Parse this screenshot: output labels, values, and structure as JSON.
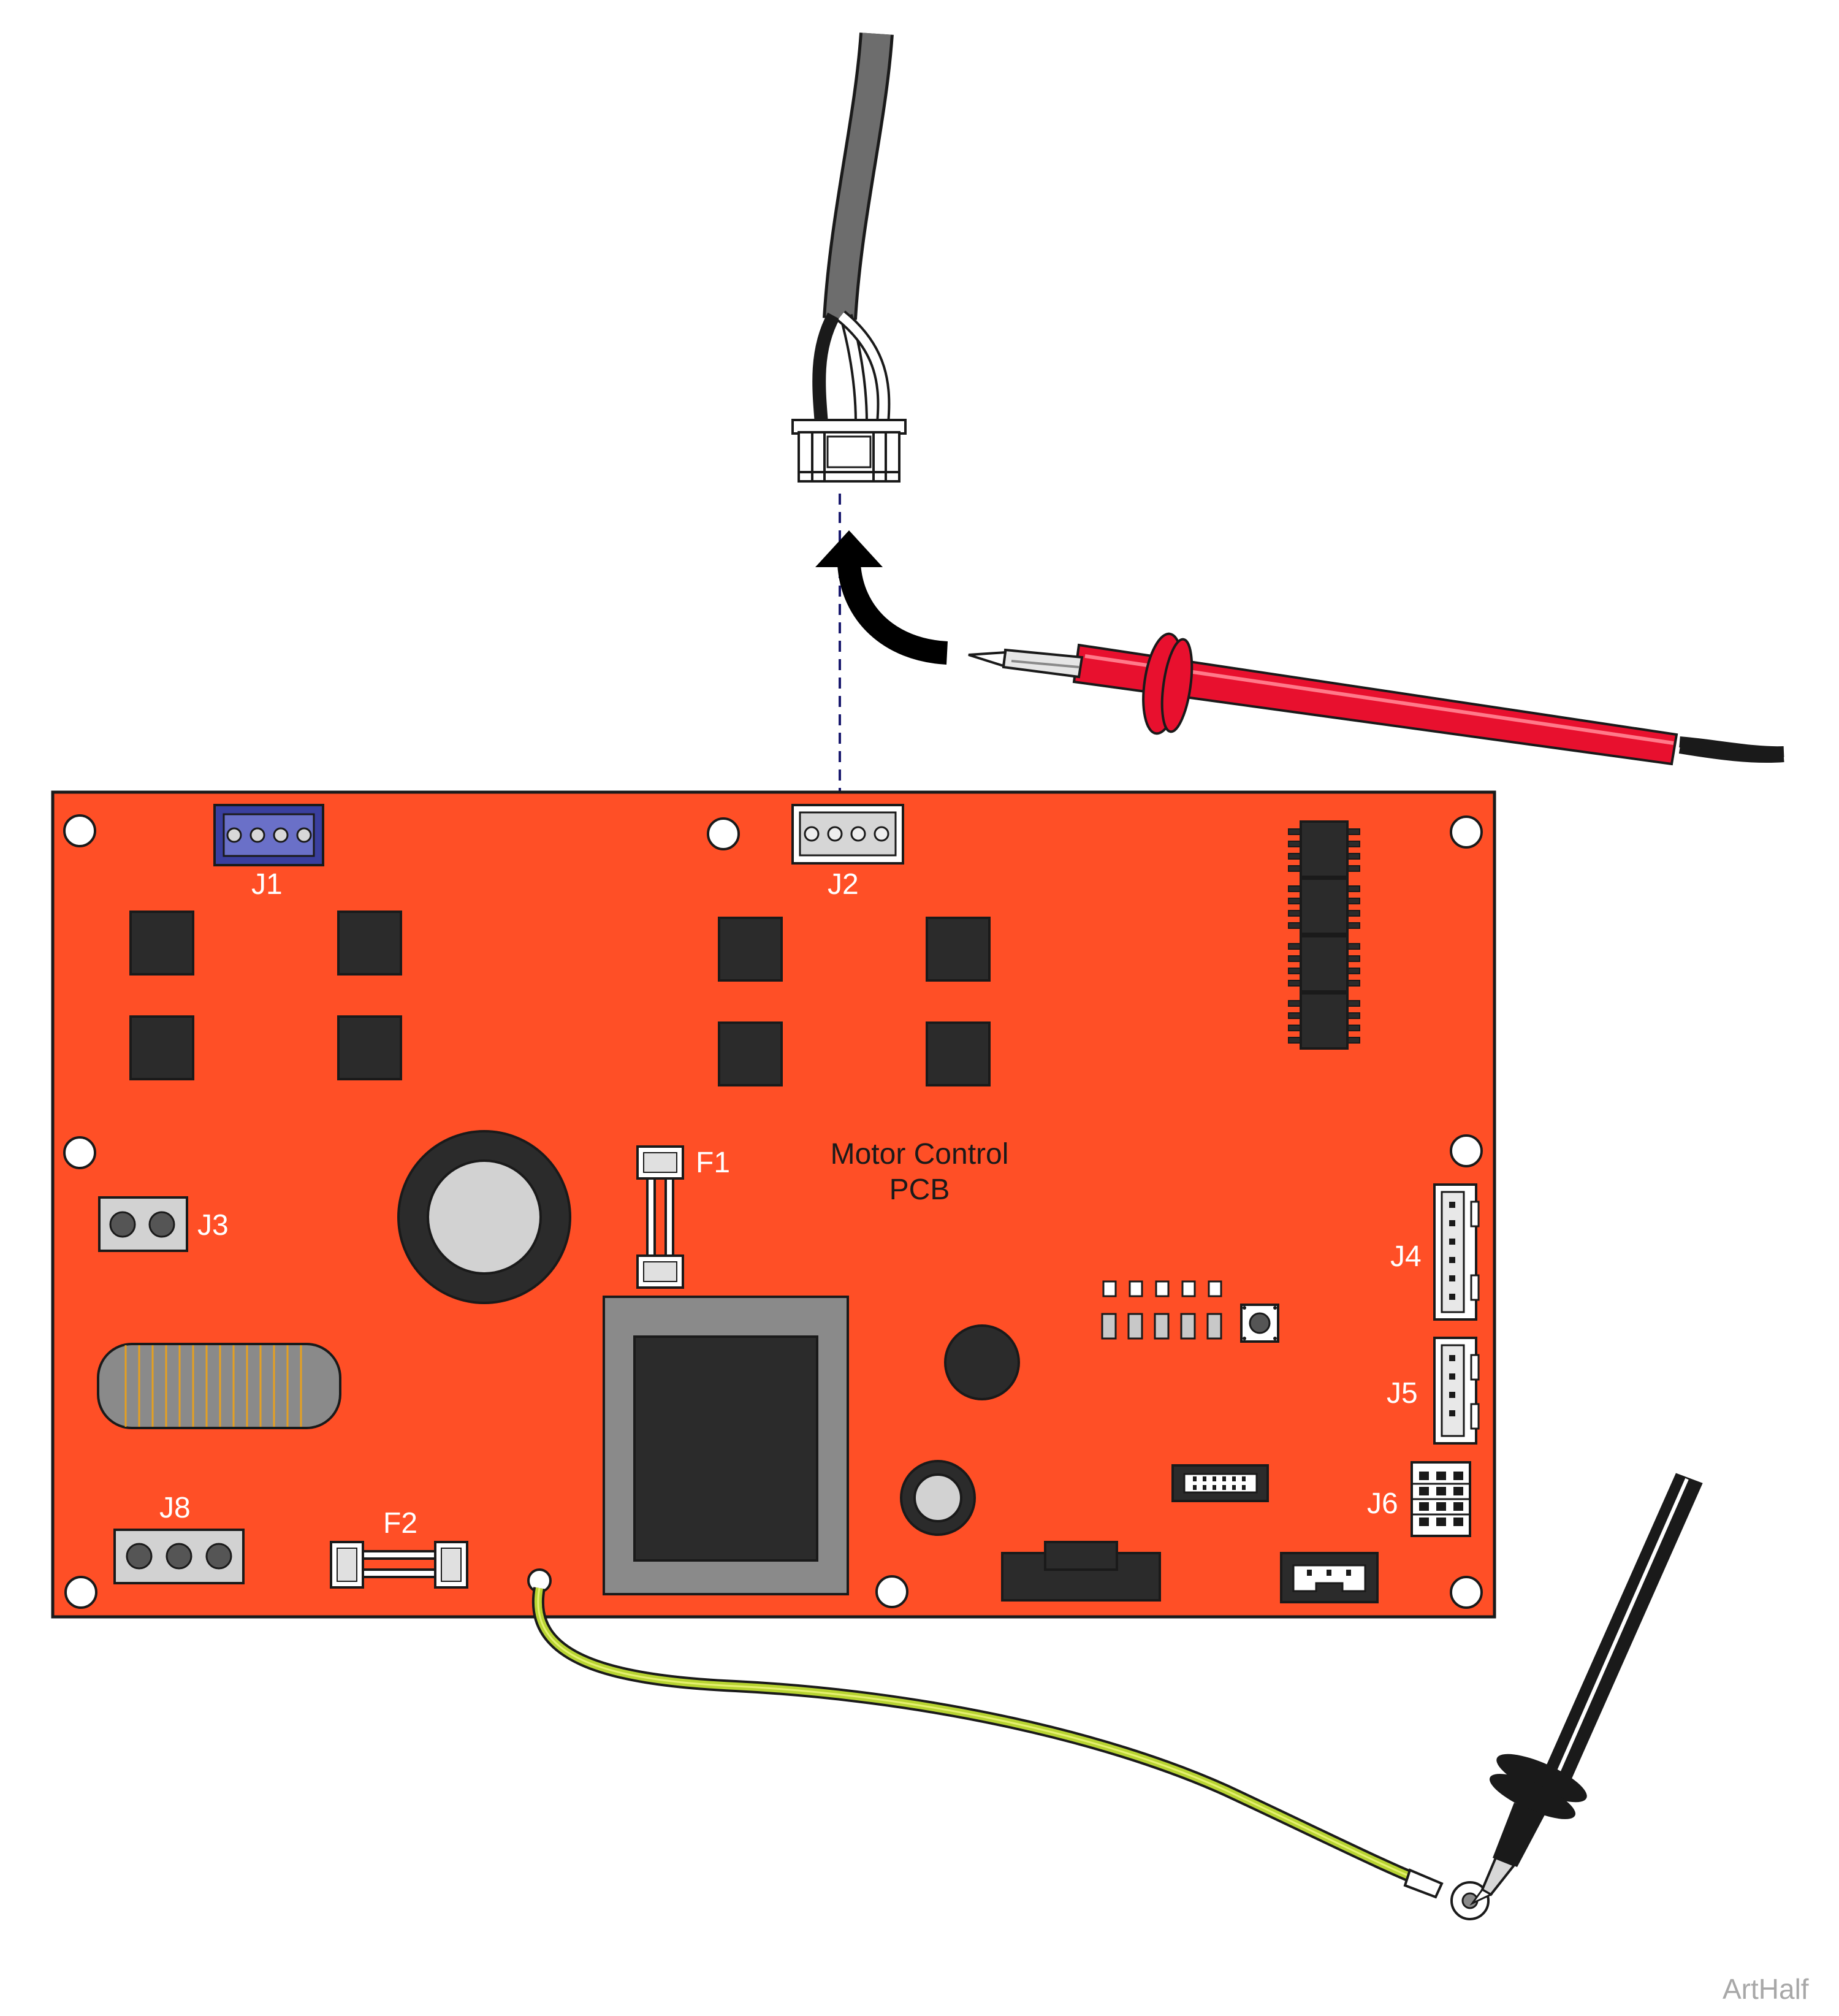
{
  "board": {
    "title_line1": "Motor Control",
    "title_line2": "PCB",
    "color": "#ff4f26"
  },
  "connectors": {
    "j1": "J1",
    "j2": "J2",
    "j3": "J3",
    "j4": "J4",
    "j5": "J5",
    "j6": "J6",
    "j8": "J8"
  },
  "fuses": {
    "f1": "F1",
    "f2": "F2"
  },
  "probes": {
    "red_color": "#e8102e",
    "black_color": "#1a1a1a"
  },
  "ground_wire_color": "#b8d432",
  "watermark": "ArtHalf"
}
